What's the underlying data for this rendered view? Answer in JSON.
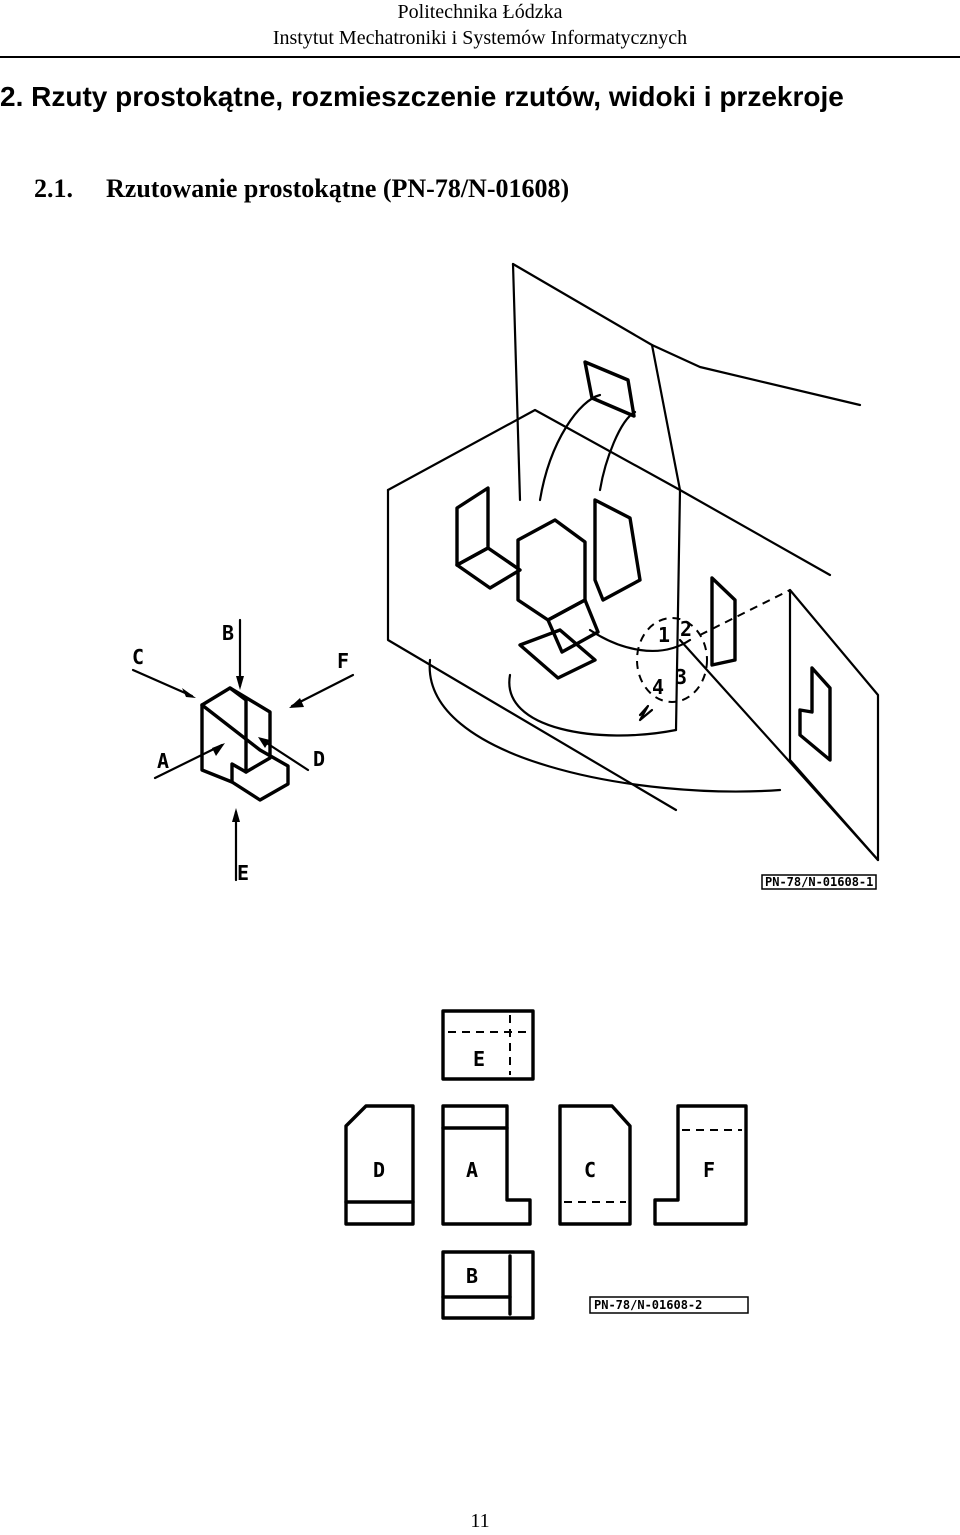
{
  "header": {
    "line1": "Politechnika Łódzka",
    "line2": "Instytut Mechatroniki i Systemów Informatycznych"
  },
  "chapter_title": "2. Rzuty prostokątne, rozmieszczenie rzutów, widoki i przekroje",
  "section": {
    "number": "2.1.",
    "title": "Rzutowanie prostokątne (PN-78/N-01608)"
  },
  "figure1": {
    "view_labels": [
      "B",
      "C",
      "F",
      "A",
      "D",
      "E"
    ],
    "quadrant_numbers": [
      "1",
      "2",
      "3",
      "4"
    ],
    "reference": "PN-78/N-01608-1"
  },
  "figure2": {
    "view_labels": [
      "E",
      "D",
      "A",
      "C",
      "F",
      "B"
    ],
    "reference": "PN-78/N-01608-2"
  },
  "page_number": "11"
}
